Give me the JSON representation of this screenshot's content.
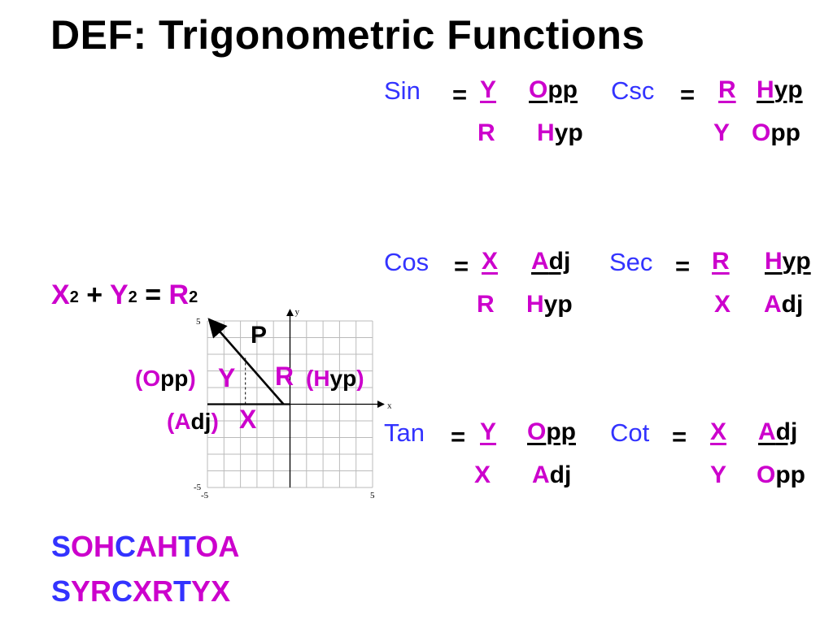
{
  "title": "DEF: Trigonometric Functions",
  "colors": {
    "blue": "#3333ff",
    "magenta": "#cc00cc",
    "black": "#000000"
  },
  "equals": "=",
  "functions": {
    "sin": {
      "name": "Sin",
      "num": "Y",
      "den": "R",
      "num_word": {
        "first": "O",
        "rest": "pp"
      },
      "den_word": {
        "first": "H",
        "rest": "yp"
      }
    },
    "csc": {
      "name": "Csc",
      "num": "R",
      "den": "Y",
      "num_word": {
        "first": "H",
        "rest": "yp"
      },
      "den_word": {
        "first": "O",
        "rest": "pp"
      }
    },
    "cos": {
      "name": "Cos",
      "num": "X",
      "den": "R",
      "num_word": {
        "first": "A",
        "rest": "dj"
      },
      "den_word": {
        "first": "H",
        "rest": "yp"
      }
    },
    "sec": {
      "name": "Sec",
      "num": "R",
      "den": "X",
      "num_word": {
        "first": "H",
        "rest": "yp"
      },
      "den_word": {
        "first": "A",
        "rest": "dj"
      }
    },
    "tan": {
      "name": "Tan",
      "num": "Y",
      "den": "X",
      "num_word": {
        "first": "O",
        "rest": "pp"
      },
      "den_word": {
        "first": "A",
        "rest": "dj"
      }
    },
    "cot": {
      "name": "Cot",
      "num": "X",
      "den": "Y",
      "num_word": {
        "first": "A",
        "rest": "dj"
      },
      "den_word": {
        "first": "O",
        "rest": "pp"
      }
    }
  },
  "pythagorean": {
    "x": "X",
    "y": "Y",
    "r": "R",
    "exp": "2",
    "plus": "+",
    "eq": "="
  },
  "triangle_labels": {
    "point": "P",
    "opp_open": "(O",
    "opp_rest": "pp",
    "opp_close": ")",
    "opp_letter": "Y",
    "hyp_letter": "R",
    "hyp_open": "(H",
    "hyp_rest": "yp",
    "hyp_close": ")",
    "adj_open": "(A",
    "adj_rest": "dj",
    "adj_close": ")",
    "adj_letter": "X"
  },
  "mnemonic": {
    "line1": [
      "S",
      "O",
      "H",
      "C",
      "A",
      "H",
      "T",
      "O",
      "A"
    ],
    "line2": [
      "S",
      "Y",
      "R",
      "C",
      "X",
      "R",
      "T",
      "Y",
      "X"
    ]
  },
  "graph": {
    "xlabel": "x",
    "ylabel": "y",
    "xmin": -5,
    "xmax": 5,
    "ymin": -5,
    "ymax": 5,
    "tick_xmin": "-5",
    "tick_xmax": "5",
    "tick_ymin": "-5",
    "tick_ymax": "5",
    "grid": true,
    "point": [
      -5,
      5
    ],
    "vertex": [
      0,
      0
    ],
    "dashed_x": -2.7
  }
}
